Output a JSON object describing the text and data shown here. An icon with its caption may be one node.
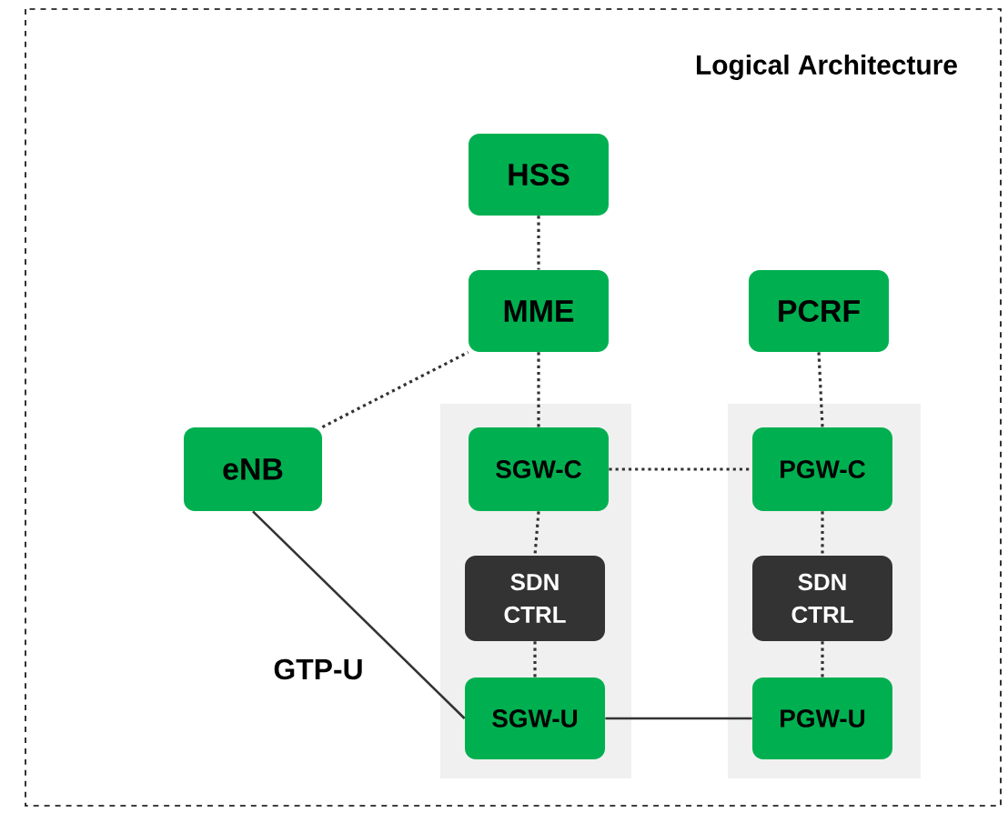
{
  "diagram": {
    "title": "Logical Architecture",
    "nodes": [
      {
        "text": [
          "HSS"
        ]
      },
      {
        "text": [
          "MME"
        ]
      },
      {
        "text": [
          "PCRF"
        ]
      },
      {
        "text": [
          "eNB"
        ]
      },
      {
        "text": [],
        "shape": "box"
      },
      {
        "text": [
          "SGW-C"
        ],
        "in": 4
      },
      {
        "text": [
          "SDN CTRL"
        ],
        "in": 4
      },
      {
        "text": [
          "SGW-U"
        ],
        "in": 4
      },
      {
        "text": [],
        "shape": "box"
      },
      {
        "text": [
          "PGW-C"
        ],
        "in": 8
      },
      {
        "text": [
          "SDN CTRL"
        ],
        "in": 8
      },
      {
        "text": [
          "PGW-U"
        ],
        "in": 8
      }
    ],
    "edges": [
      {
        "from": 0,
        "to": 1,
        "arrow": "none",
        "style": "dashed"
      },
      {
        "from": 3,
        "to": 1,
        "arrow": "none",
        "style": "dashed"
      },
      {
        "from": 1,
        "to": 5,
        "arrow": "none",
        "style": "dashed"
      },
      {
        "from": 2,
        "to": 9,
        "arrow": "none",
        "style": "dashed"
      },
      {
        "from": 5,
        "to": 9,
        "arrow": "none",
        "style": "dashed"
      },
      {
        "from": 5,
        "to": 6,
        "arrow": "none",
        "style": "dashed"
      },
      {
        "from": 6,
        "to": 7,
        "arrow": "none",
        "style": "dashed"
      },
      {
        "from": 9,
        "to": 10,
        "arrow": "none",
        "style": "dashed"
      },
      {
        "from": 10,
        "to": 11,
        "arrow": "none",
        "style": "dashed"
      },
      {
        "from": 3,
        "to": 7,
        "label": "GTP-U",
        "arrow": "none"
      },
      {
        "from": 7,
        "to": 11,
        "arrow": "none"
      }
    ]
  }
}
